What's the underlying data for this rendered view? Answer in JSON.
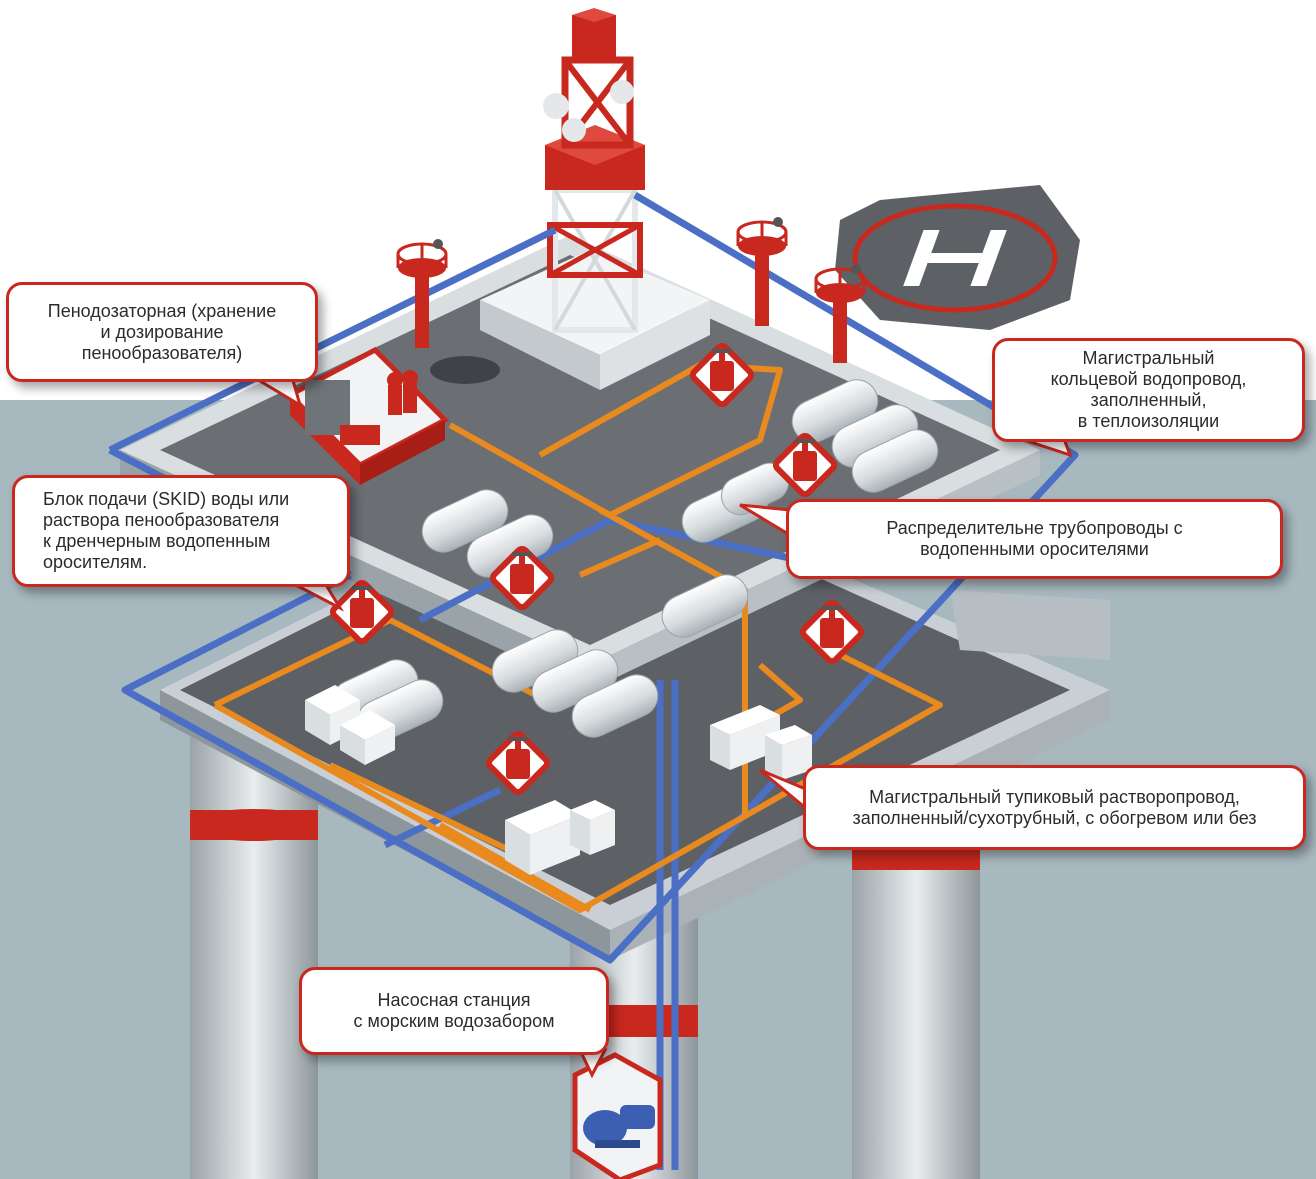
{
  "diagram": {
    "callouts": {
      "foam_room": {
        "lines": [
          "Пенодозаторная (хранение",
          "и дозирование",
          "пенообразователя)"
        ]
      },
      "ring_main": {
        "lines": [
          "Магистральный",
          "кольцевой водопровод,",
          "заполненный,",
          "в теплоизоляции"
        ]
      },
      "skid": {
        "lines": [
          "Блок подачи (SKID) воды или",
          "раствора пенообразователя",
          "к дренчерным водопенным",
          "оросителям."
        ]
      },
      "distribution": {
        "lines": [
          "Распределительне трубопроводы с",
          "водопенными оросителями"
        ]
      },
      "dead_end_main": {
        "lines": [
          "Магистральный тупиковый растворопровод,",
          "заполненный/сухотрубный, с обогревом или без"
        ]
      },
      "pump_station": {
        "lines": [
          "Насосная станция",
          "с морским водозабором"
        ]
      }
    },
    "helipad_letter": "H",
    "colors": {
      "sky": "#ffffff",
      "sea": "#a7b8bf",
      "deck": "#6b6e73",
      "deck_edge": "#c9cfd4",
      "water_pipe": "#4a6fc4",
      "foam_pipe": "#e98a1e",
      "accent_red": "#c8281e"
    }
  }
}
